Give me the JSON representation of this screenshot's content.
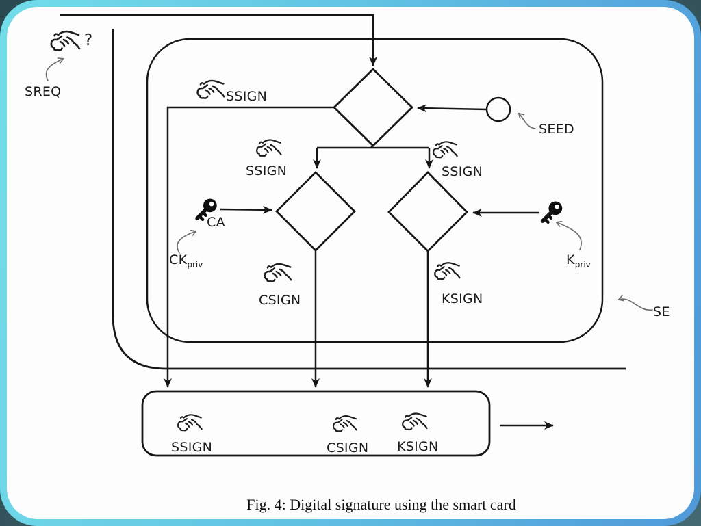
{
  "window": {
    "background_dark": "#35555e",
    "frame_gradient_left": "#72dde9",
    "frame_gradient_right": "#4f99d9",
    "canvas_color": "#fdfdfd",
    "line_color": "#161616",
    "annotation_color": "#6b6b6b"
  },
  "diagram": {
    "request": {
      "label": "SREQ",
      "mark": "?"
    },
    "seed": {
      "label": "SEED"
    },
    "secure_element": {
      "label": "SE"
    },
    "sign_top": {
      "label": "SSIGN"
    },
    "sign_mid_left": {
      "label": "SSIGN"
    },
    "sign_mid_right": {
      "label": "SSIGN"
    },
    "csign": {
      "label": "CSIGN"
    },
    "ksign": {
      "label": "KSIGN"
    },
    "ca_key": {
      "label": "CA"
    },
    "ck_priv": {
      "base": "CK",
      "sub": "priv"
    },
    "k_priv": {
      "base": "K",
      "sub": "priv"
    },
    "output_box": {
      "items": [
        {
          "label": "SSIGN"
        },
        {
          "label": "CSIGN"
        },
        {
          "label": "KSIGN"
        }
      ]
    },
    "caption": "Fig. 4: Digital signature using the smart card"
  }
}
